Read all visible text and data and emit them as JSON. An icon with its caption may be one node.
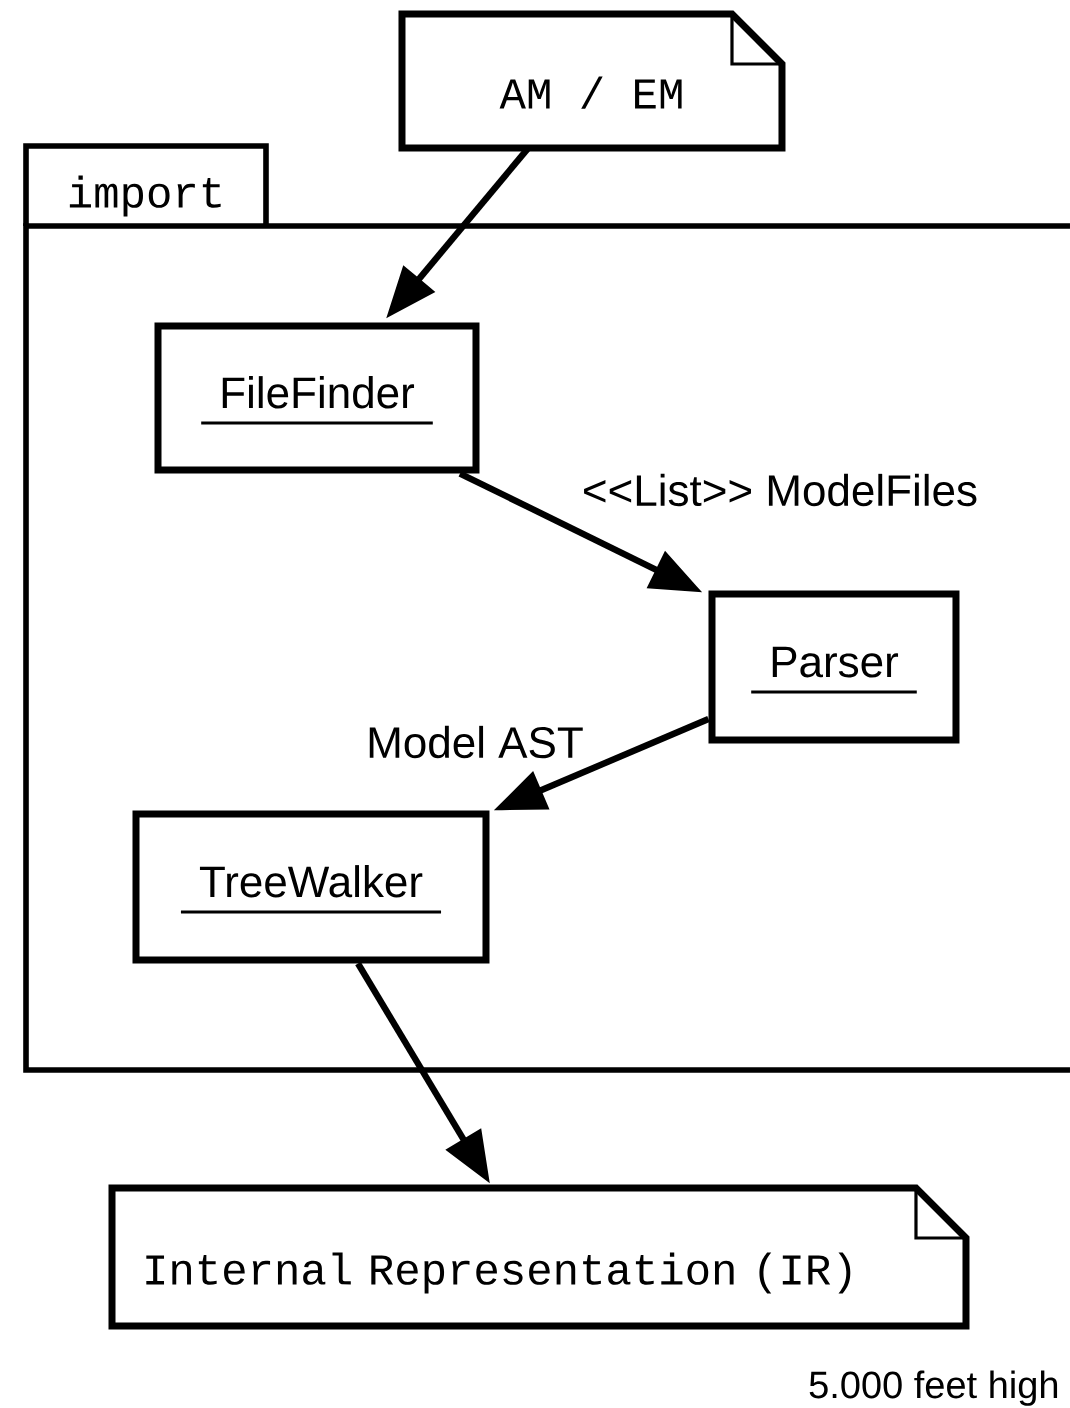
{
  "diagram": {
    "nodes": [
      {
        "text": [
          "AM / EM"
        ]
      },
      {
        "text": [
          "import"
        ]
      },
      {
        "text": [
          "FileFinder"
        ],
        "in": 1
      },
      {
        "text": [
          "Parser"
        ],
        "in": 1
      },
      {
        "text": [
          "TreeWalker"
        ],
        "in": 1
      },
      {
        "text": [
          "Internal Representation (IR)"
        ]
      }
    ],
    "edges": [
      {
        "from": 0,
        "to": 2,
        "arrow": "to"
      },
      {
        "from": 2,
        "to": 3,
        "arrow": "to",
        "label": "<<List>> ModelFiles"
      },
      {
        "from": 3,
        "to": 4,
        "arrow": "to",
        "label": "Model AST"
      },
      {
        "from": 4,
        "to": 5,
        "arrow": "to"
      }
    ],
    "labels": [
      "5.000 feet high"
    ]
  }
}
